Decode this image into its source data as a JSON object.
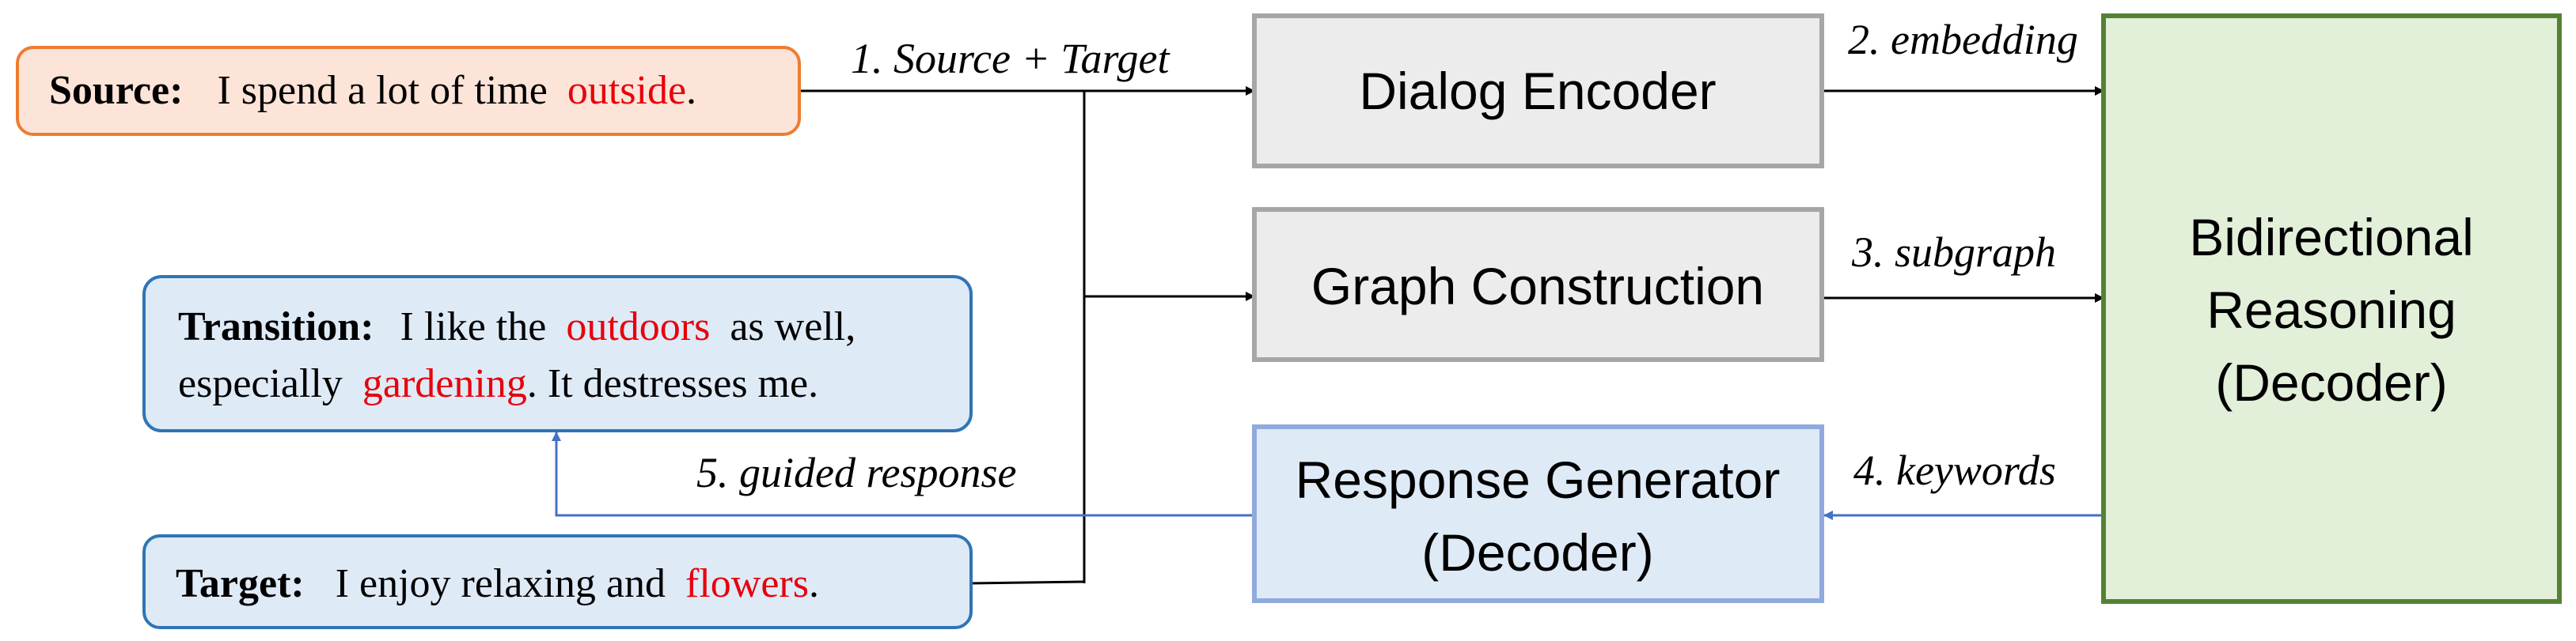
{
  "source": {
    "label": "Source:",
    "text_before": "I spend a lot of time",
    "highlight": "outside",
    "text_after": "."
  },
  "transition": {
    "label": "Transition:",
    "line1_before": "I like the",
    "line1_highlight": "outdoors",
    "line1_after": "as well,",
    "line2_before": "especially",
    "line2_highlight": "gardening",
    "line2_after": ". It destresses  me."
  },
  "target": {
    "label": "Target:",
    "text_before": "I enjoy relaxing and",
    "highlight": "flowers",
    "text_after": "."
  },
  "modules": {
    "dialog_encoder": "Dialog Encoder",
    "graph_construction": "Graph Construction",
    "response_generator_line1": "Response Generator",
    "response_generator_line2": "(Decoder)",
    "reasoning_line1": "Bidirectional",
    "reasoning_line2": "Reasoning",
    "reasoning_line3": "(Decoder)"
  },
  "edges": {
    "source_target": "1. Source + Target",
    "embedding": "2. embedding",
    "subgraph": "3. subgraph",
    "keywords": "4. keywords",
    "guided_response": "5. guided response"
  },
  "colors": {
    "highlight": "#e8000b",
    "source_fill": "#fde4d8",
    "source_stroke": "#ed7d31",
    "blue_fill": "#dfeaf7",
    "blue_stroke": "#2e75b6",
    "gray_fill": "#ececec",
    "gray_stroke": "#a6a6a6",
    "green_fill": "#e2efd9",
    "green_stroke": "#548235",
    "response_stroke": "#8faadc",
    "blue_arrow": "#4472c4"
  }
}
